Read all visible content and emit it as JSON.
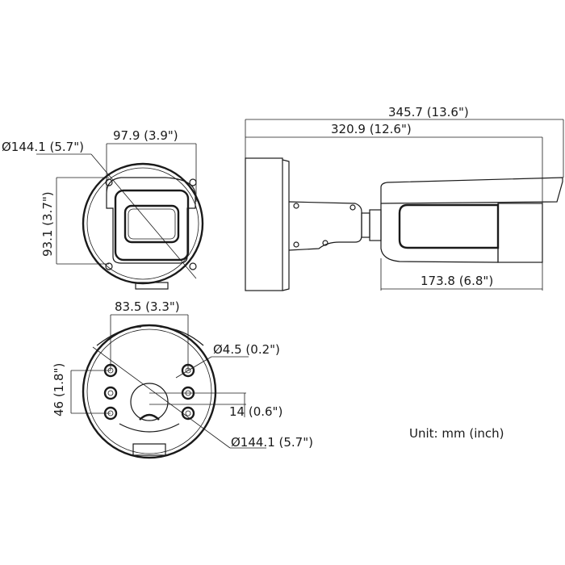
{
  "front_view": {
    "diameter": "Ø144.1 (5.7\")",
    "width": "97.9 (3.9\")",
    "height": "93.1 (3.7\")"
  },
  "side_view": {
    "total_length": "345.7 (13.6\")",
    "length_to_body": "320.9 (12.6\")",
    "body_length": "173.8 (6.8\")"
  },
  "base_view": {
    "hole_spacing_horizontal": "83.5 (3.3\")",
    "hole_diameter": "Ø4.5 (0.2\")",
    "hole_spacing_vertical": "46 (1.8\")",
    "offset": "14 (0.6\")",
    "diameter": "Ø144.1 (5.7\")"
  },
  "unit_note": "Unit: mm (inch)"
}
